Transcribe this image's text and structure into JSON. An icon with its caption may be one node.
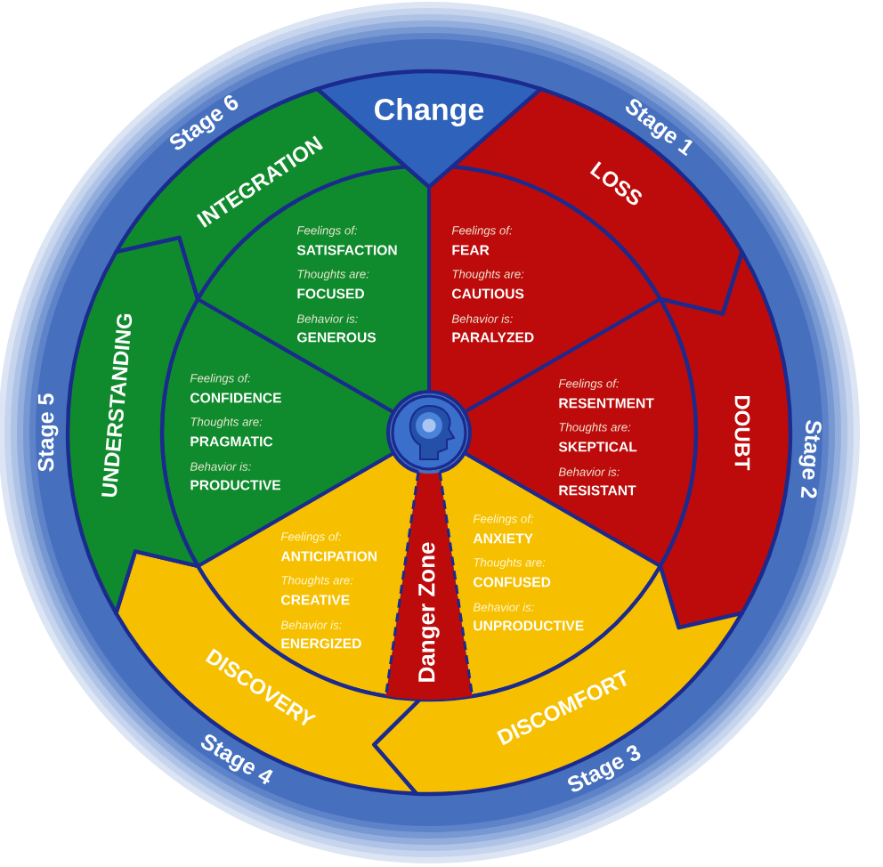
{
  "diagram": {
    "nodes": [
      {
        "text": [
          "Change"
        ]
      },
      {
        "text": [
          "LOSS"
        ],
        "beside": [
          "Stage 1"
        ]
      },
      {
        "text": [
          "Feelings of:",
          "FEAR",
          "Thoughts are:",
          "CAUTIOUS",
          "Behavior is:",
          "PARALYZED"
        ]
      },
      {
        "text": [
          "DOUBT"
        ],
        "beside": [
          "Stage 2"
        ]
      },
      {
        "text": [
          "Feelings of:",
          "RESENTMENT",
          "Thoughts are:",
          "SKEPTICAL",
          "Behavior is:",
          "RESISTANT"
        ]
      },
      {
        "text": [
          "DISCOMFORT"
        ],
        "beside": [
          "Stage 3"
        ]
      },
      {
        "text": [
          "Feelings of:",
          "ANXIETY",
          "Thoughts are:",
          "CONFUSED",
          "Behavior is:",
          "UNPRODUCTIVE"
        ]
      },
      {
        "text": [
          "DISCOVERY"
        ],
        "beside": [
          "Stage 4"
        ]
      },
      {
        "text": [
          "Feelings of:",
          "ANTICIPATION",
          "Thoughts are:",
          "CREATIVE",
          "Behavior is:",
          "ENERGIZED"
        ]
      },
      {
        "text": [
          "UNDERSTANDING"
        ],
        "beside": [
          "Stage 5"
        ]
      },
      {
        "text": [
          "Feelings of:",
          "CONFIDENCE",
          "Thoughts are:",
          "PRAGMATIC",
          "Behavior is:",
          "PRODUCTIVE"
        ]
      },
      {
        "text": [
          "INTEGRATION"
        ],
        "beside": [
          "Stage 6"
        ]
      },
      {
        "text": [
          "Feelings of:",
          "SATISFACTION",
          "Thoughts are:",
          "FOCUSED",
          "Behavior is:",
          "GENEROUS"
        ]
      },
      {
        "text": [
          "Danger Zone"
        ]
      }
    ]
  }
}
